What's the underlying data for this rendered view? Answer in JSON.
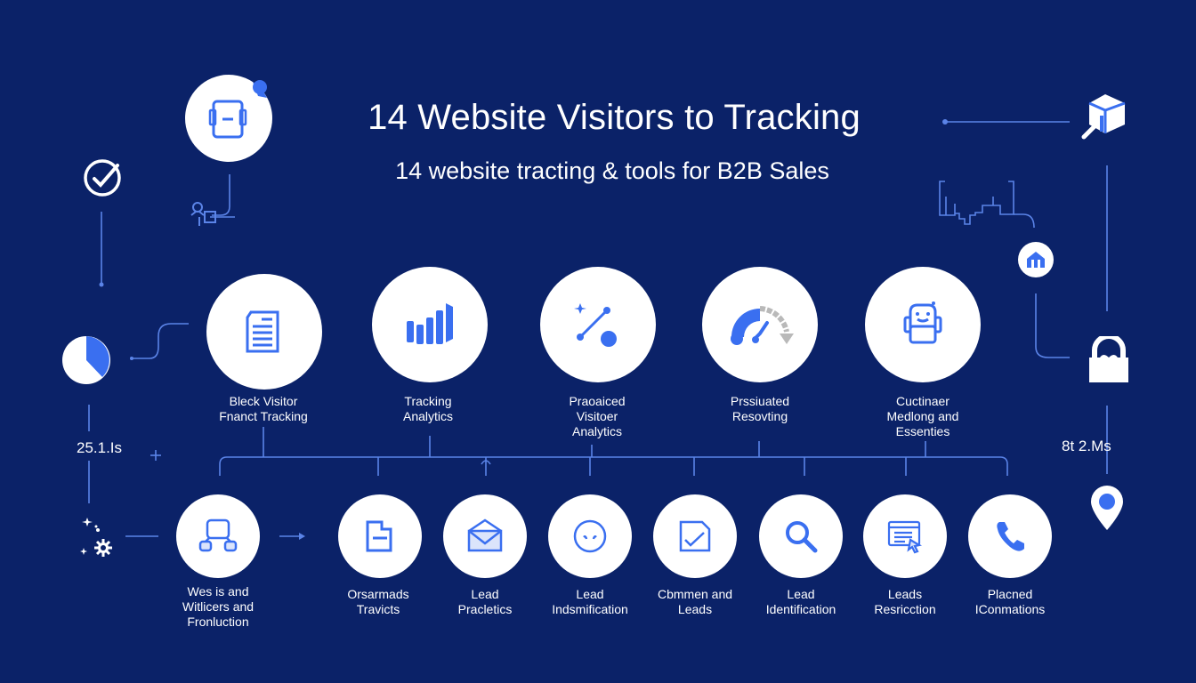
{
  "header": {
    "title": "14 Website Visitors to Tracking",
    "subtitle": "14 website tracting & tools for B2B Sales"
  },
  "colors": {
    "background": "#0b2268",
    "accent": "#3a6ff0",
    "line": "#5b84e8",
    "circle": "#ffffff",
    "muted": "#b9b9b9"
  },
  "side_stats": {
    "left": "25.1.Is",
    "right": "8t 2.Ms"
  },
  "top_row": [
    {
      "icon": "document-icon",
      "label_1": "Bleck Visitor",
      "label_2": "Fnanct Tracking",
      "label_3": ""
    },
    {
      "icon": "bar-chart-icon",
      "label_1": "Tracking",
      "label_2": "Analytics",
      "label_3": ""
    },
    {
      "icon": "path-nodes-icon",
      "label_1": "Praoaiced",
      "label_2": "Visitoer",
      "label_3": "Analytics"
    },
    {
      "icon": "gauge-icon",
      "label_1": "Prssiuated",
      "label_2": "Resovting",
      "label_3": ""
    },
    {
      "icon": "robot-icon",
      "label_1": "Cuctinaer",
      "label_2": "Medlong and",
      "label_3": "Essenties"
    }
  ],
  "bottom_row": [
    {
      "icon": "network-icon",
      "label_1": "Wes is and",
      "label_2": "Witlicers and",
      "label_3": "Fronluction"
    },
    {
      "icon": "file-icon",
      "label_1": "Orsarmads",
      "label_2": "Travicts",
      "label_3": ""
    },
    {
      "icon": "envelope-icon",
      "label_1": "Lead",
      "label_2": "Pracletics",
      "label_3": ""
    },
    {
      "icon": "sad-face-icon",
      "label_1": "Lead",
      "label_2": "Indsmification",
      "label_3": ""
    },
    {
      "icon": "checked-doc-icon",
      "label_1": "Cbmmen and",
      "label_2": "Leads",
      "label_3": ""
    },
    {
      "icon": "search-icon",
      "label_1": "Lead",
      "label_2": "Identification",
      "label_3": ""
    },
    {
      "icon": "browser-click-icon",
      "label_1": "Leads",
      "label_2": "Resricction",
      "label_3": ""
    },
    {
      "icon": "phone-icon",
      "label_1": "Placned",
      "label_2": "IConmations",
      "label_3": ""
    }
  ]
}
